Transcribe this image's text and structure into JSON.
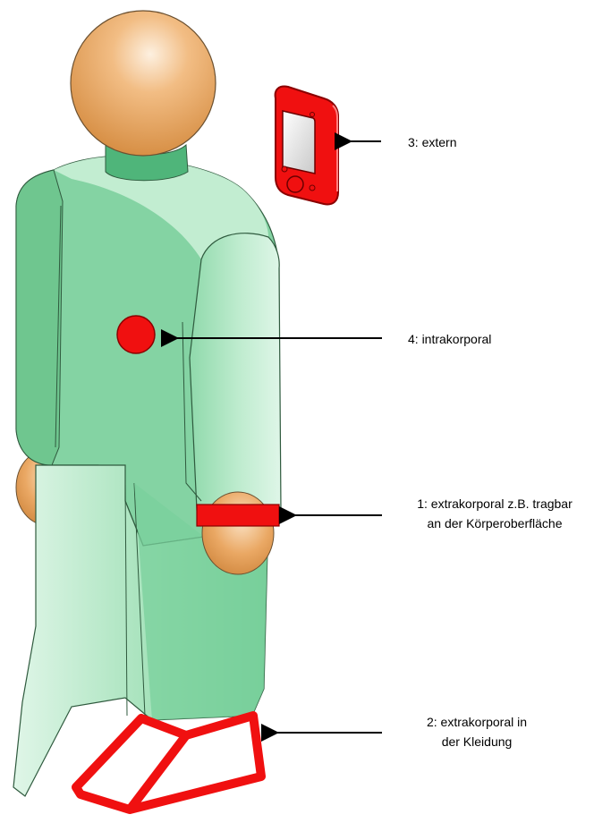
{
  "labels": {
    "extern": "3: extern",
    "intrakorporal": "4: intrakorporal",
    "extrakorporal_tragbar": {
      "line1": "1: extrakorporal z.B. tragbar",
      "line2": "an der Körperoberfläche"
    },
    "extrakorporal_kleidung": {
      "line1": "2: extrakorporal in",
      "line2": "der Kleidung"
    }
  },
  "colors": {
    "suit": "#84d3a3",
    "suit_light": "#c8efd6",
    "suit_dark": "#5dbf85",
    "skin": "#e6a25f",
    "skin_light": "#fbe2c4",
    "device_red": "#f01010",
    "arrow": "#000000"
  },
  "icons": {
    "person": "human-figure-icon",
    "phone": "handheld-device-icon",
    "implant": "red-dot-icon",
    "wristband": "wristband-icon",
    "shoe": "shoe-sensor-icon"
  }
}
